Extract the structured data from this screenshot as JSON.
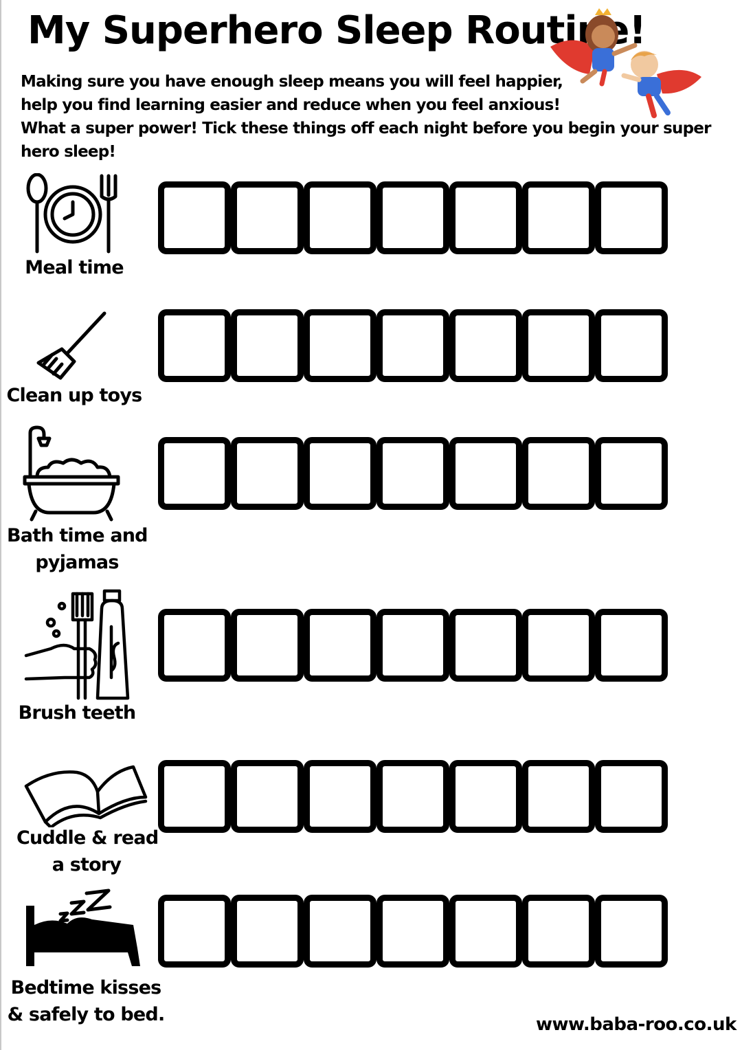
{
  "title": "My Superhero Sleep Routine!",
  "intro_lines": [
    "Making sure you have enough sleep means you will feel happier,",
    "help you find learning easier and reduce when you feel anxious!",
    "What a super power! Tick these things off each night before you begin your super",
    "hero sleep!"
  ],
  "rows": [
    {
      "label_lines": [
        "Meal time"
      ],
      "icon": "plate-clock-icon"
    },
    {
      "label_lines": [
        "Clean up toys"
      ],
      "icon": "broom-icon"
    },
    {
      "label_lines": [
        "Bath time and",
        "pyjamas"
      ],
      "icon": "bathtub-icon"
    },
    {
      "label_lines": [
        "Brush teeth"
      ],
      "icon": "toothbrush-icon"
    },
    {
      "label_lines": [
        "Cuddle & read",
        "a story"
      ],
      "icon": "book-icon"
    },
    {
      "label_lines": [
        "Bedtime kisses",
        "& safely to bed."
      ],
      "icon": "bed-sleep-icon"
    }
  ],
  "boxes_per_row": 7,
  "footer": "www.baba-roo.co.uk",
  "colors": {
    "ink": "#000000",
    "paper": "#ffffff",
    "hero_cape": "#e03a2f",
    "hero_suit": "#3a6fd8"
  }
}
